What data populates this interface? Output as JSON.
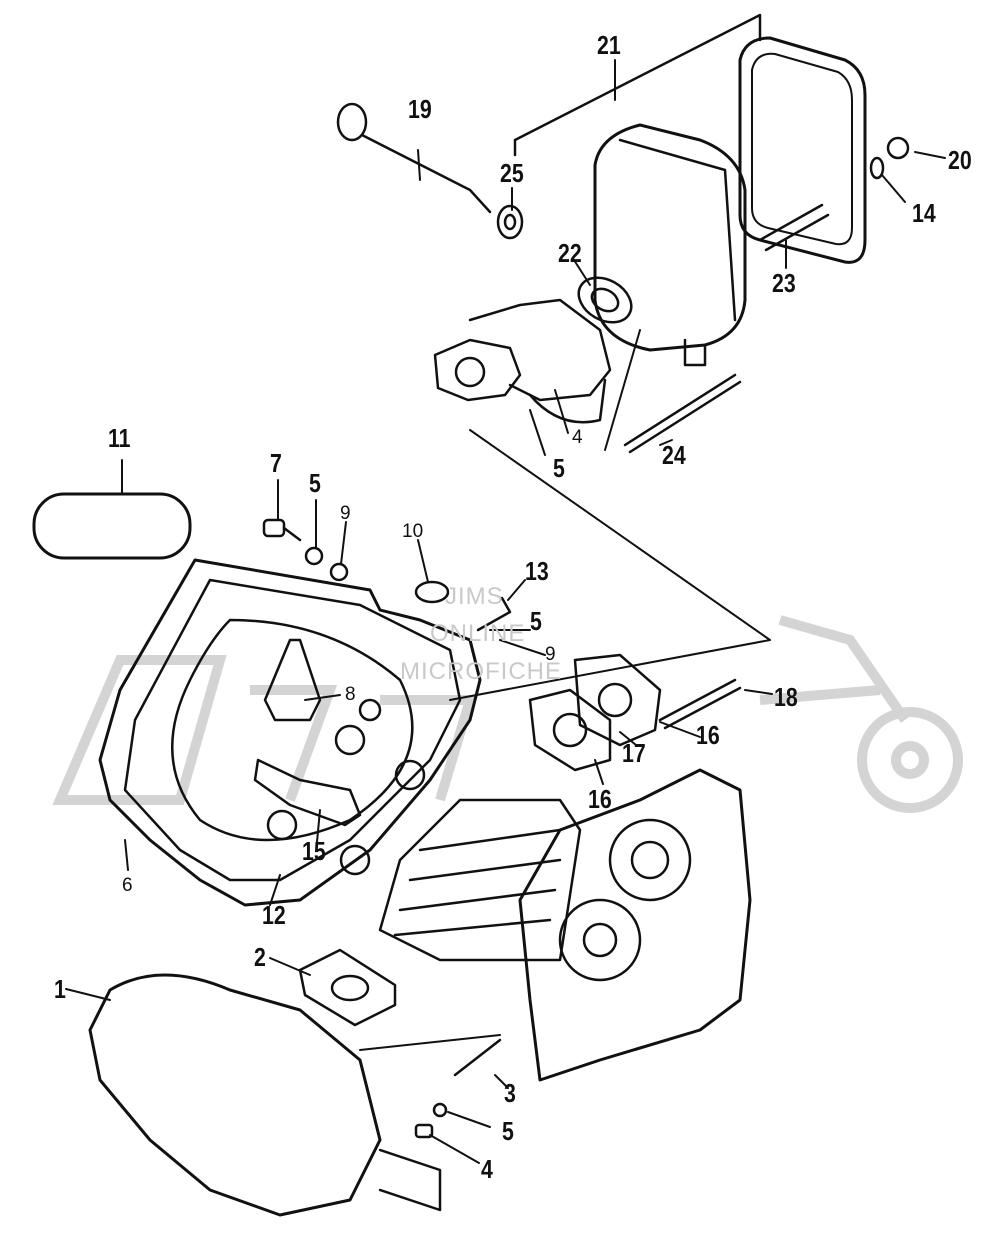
{
  "diagram": {
    "callouts": [
      "21",
      "19",
      "25",
      "20",
      "14",
      "22",
      "23",
      "4",
      "5",
      "24",
      "11",
      "7",
      "5",
      "9",
      "10",
      "13",
      "5",
      "9",
      "8",
      "18",
      "16",
      "17",
      "16",
      "15",
      "6",
      "12",
      "2",
      "1",
      "3",
      "5",
      "4"
    ]
  },
  "watermark": {
    "line1": "JIMS",
    "line2": "ONLINE",
    "line3": "MICROFICHE"
  },
  "colors": {
    "ink": "#111111",
    "watermark": "#cfcfcf"
  }
}
